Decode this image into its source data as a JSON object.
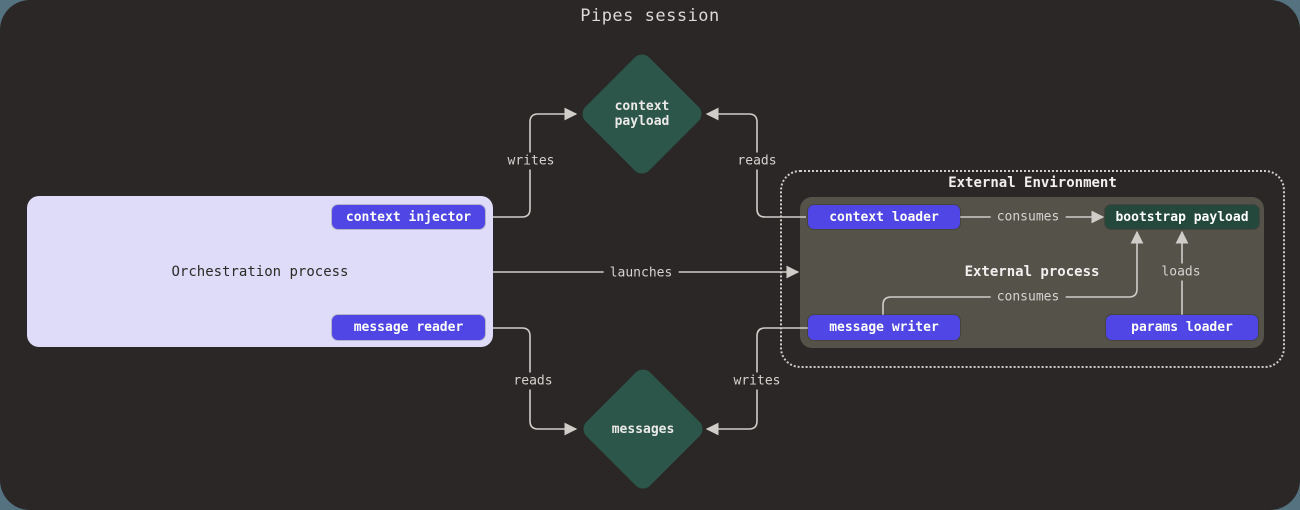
{
  "title": "Pipes session",
  "orchestration": {
    "label": "Orchestration process",
    "context_injector": "context injector",
    "message_reader": "message reader"
  },
  "external": {
    "environment_label": "External Environment",
    "process_label": "External process",
    "context_loader": "context loader",
    "bootstrap_payload": "bootstrap payload",
    "message_writer": "message writer",
    "params_loader": "params loader"
  },
  "artifacts": {
    "context_payload": "context payload",
    "messages": "messages"
  },
  "edges": {
    "writes_top": "writes",
    "reads_top": "reads",
    "launches": "launches",
    "reads_bottom": "reads",
    "writes_bottom": "writes",
    "consumes_top": "consumes",
    "consumes_bottom": "consumes",
    "loads": "loads"
  },
  "colors": {
    "outer_background": "#54727f",
    "canvas_background": "#2a2726",
    "node_purple": "#4f46e5",
    "artifact_diamond_green": "#2d564a",
    "bootstrap_node_green": "#25483d",
    "external_process_box": "#55524a",
    "orchestration_box": "#dedcf8",
    "wire": "#d0cdc9"
  }
}
